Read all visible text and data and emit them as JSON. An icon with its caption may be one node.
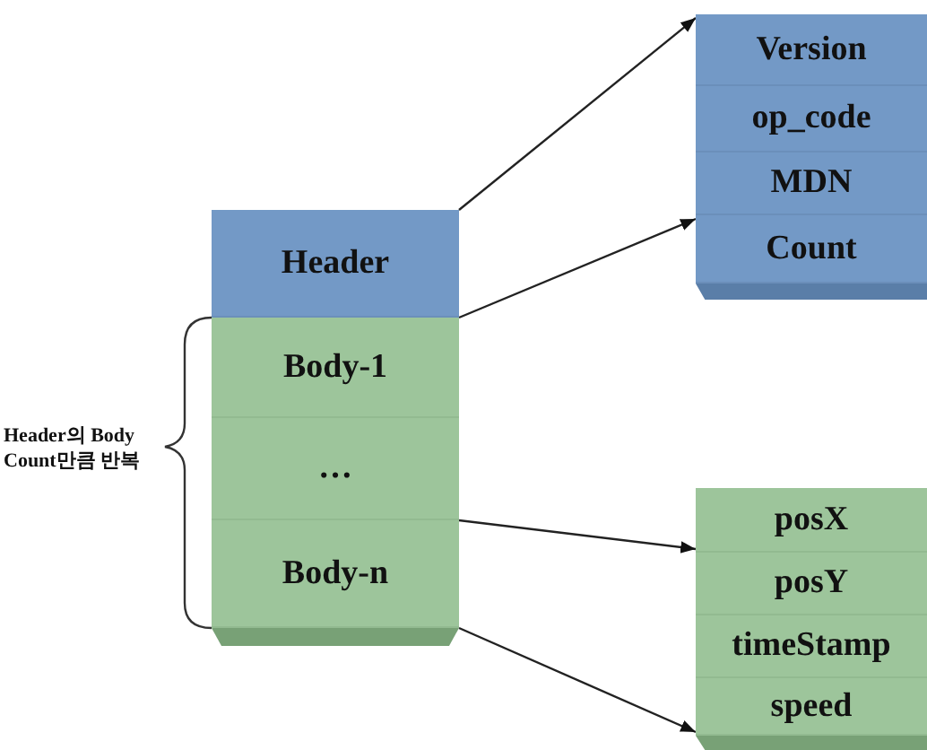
{
  "diagram": {
    "nodes": [
      {
        "text": [
          "Header"
        ]
      },
      {
        "text": [
          "Body-1"
        ]
      },
      {
        "text": [
          "…"
        ]
      },
      {
        "text": [
          "Body-n"
        ]
      },
      {
        "text": [
          "Version"
        ]
      },
      {
        "text": [
          "op_code"
        ]
      },
      {
        "text": [
          "MDN"
        ]
      },
      {
        "text": [
          "Count"
        ]
      },
      {
        "text": [
          "posX"
        ]
      },
      {
        "text": [
          "posY"
        ]
      },
      {
        "text": [
          "timeStamp"
        ]
      },
      {
        "text": [
          "speed"
        ]
      }
    ],
    "edges": [
      {
        "from": 0,
        "to": 4,
        "arrow": "to"
      },
      {
        "from": 0,
        "to": 7,
        "arrow": "to"
      },
      {
        "from": 3,
        "to": 8,
        "arrow": "to"
      },
      {
        "from": 3,
        "to": 11,
        "arrow": "to"
      }
    ],
    "labels": [
      "Header의 Body Count만큼 반복"
    ]
  }
}
